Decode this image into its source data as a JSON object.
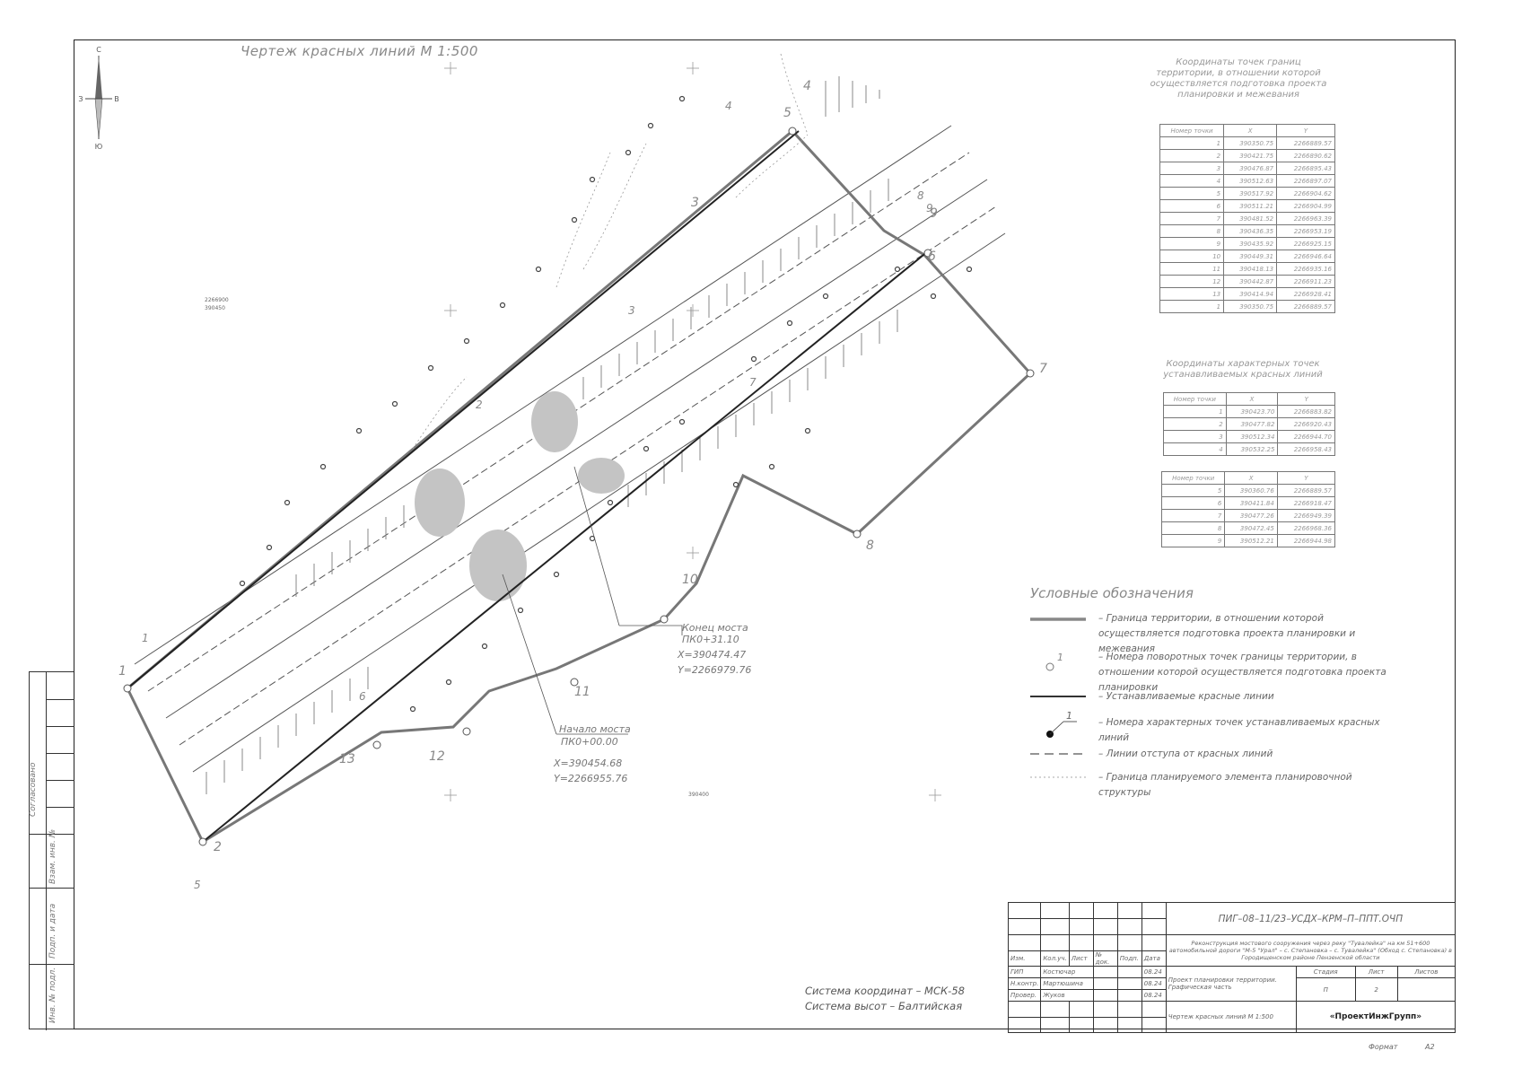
{
  "sheet": {
    "title": "Чертеж красных линий М 1:500",
    "compass": {
      "north": "С",
      "south": "Ю",
      "west": "З",
      "east": "В"
    }
  },
  "table1": {
    "title": "Координаты точек границ территории, в отношении которой осуществляется подготовка проекта планировки и межевания",
    "headers": [
      "Номер точки",
      "X",
      "Y"
    ],
    "rows": [
      [
        "1",
        "390350.75",
        "2266889.57"
      ],
      [
        "2",
        "390421.75",
        "2266890.62"
      ],
      [
        "3",
        "390476.87",
        "2266895.43"
      ],
      [
        "4",
        "390512.63",
        "2266897.07"
      ],
      [
        "5",
        "390517.92",
        "2266904.62"
      ],
      [
        "6",
        "390511.21",
        "2266904.99"
      ],
      [
        "7",
        "390481.52",
        "2266963.39"
      ],
      [
        "8",
        "390436.35",
        "2266953.19"
      ],
      [
        "9",
        "390435.92",
        "2266925.15"
      ],
      [
        "10",
        "390449.31",
        "2266946.64"
      ],
      [
        "11",
        "390418.13",
        "2266935.16"
      ],
      [
        "12",
        "390442.87",
        "2266911.23"
      ],
      [
        "13",
        "390414.94",
        "2266928.41"
      ],
      [
        "1",
        "390350.75",
        "2266889.57"
      ]
    ]
  },
  "table2": {
    "title": "Координаты характерных точек устанавливаемых красных линий",
    "headers": [
      "Номер точки",
      "X",
      "Y"
    ],
    "rows_a": [
      [
        "1",
        "390423.70",
        "2266883.82"
      ],
      [
        "2",
        "390477.82",
        "2266920.43"
      ],
      [
        "3",
        "390512.34",
        "2266944.70"
      ],
      [
        "4",
        "390532.25",
        "2266958.43"
      ]
    ],
    "rows_b": [
      [
        "5",
        "390360.76",
        "2266889.57"
      ],
      [
        "6",
        "390411.84",
        "2266918.47"
      ],
      [
        "7",
        "390477.26",
        "2266949.39"
      ],
      [
        "8",
        "390472.45",
        "2266968.36"
      ],
      [
        "9",
        "390512.21",
        "2266944.98"
      ]
    ]
  },
  "legend": {
    "title": "Условные обозначения",
    "items": [
      "– Граница территории, в отношении которой осуществляется подготовка проекта планировки и межевания",
      "– Номера поворотных точек границы территории, в отношении которой осуществляется подготовка проекта планировки",
      "– Устанавливаемые красные линии",
      "– Номера характерных точек устанавливаемых красных линий",
      "– Линии отступа от красных линий",
      "– Граница планируемого элемента планировочной структуры"
    ],
    "marker_circle_label": "1",
    "marker_dot_label": "1"
  },
  "annotations": {
    "bridge_end_title": "Конец моста",
    "bridge_end_pk": "ПК0+31.10",
    "bridge_end_x": "X=390474.47",
    "bridge_end_y": "Y=2266979.76",
    "bridge_start_title": "Начало моста",
    "bridge_start_pk": "ПК0+00.00",
    "bridge_start_x": "X=390454.68",
    "bridge_start_y": "Y=2266955.76",
    "grid_label_a": "390450",
    "grid_label_b": "390400",
    "grid_label_c": "2266900"
  },
  "boundary_points": [
    "1",
    "2",
    "3",
    "4",
    "5",
    "6",
    "7",
    "8",
    "9",
    "10",
    "11",
    "12",
    "13"
  ],
  "red_line_points": [
    "1",
    "2",
    "3",
    "4",
    "5",
    "6",
    "7",
    "8",
    "9"
  ],
  "system": {
    "line1": "Система координат – МСК-58",
    "line2": "Система высот – Балтийская"
  },
  "side_labels": {
    "agreed": "Согласовано",
    "replaced": "Взам. инв. №",
    "sign_date": "Подп. и дата",
    "inv_orig": "Инв. № подл."
  },
  "stamp": {
    "code": "ПИГ–08–11/23–УСДХ–КРМ–П–ППТ.ОЧП",
    "project": "Реконструкция мостового сооружения через реку \"Тувалейка\" на км 51+600 автомобильной дороги \"М-5 \"Урал\" – с. Степановка – с. Тувалейка\" (Обход с. Степановка) в Городищенском районе Пензенской области",
    "doc_title": "Проект планировки территории. Графическая часть",
    "drawing_name": "Чертеж красных линий М 1:500",
    "headers": [
      "Изм.",
      "Кол.уч.",
      "Лист",
      "№ док.",
      "Подп.",
      "Дата"
    ],
    "people": [
      [
        "ГИП",
        "Костючар",
        "08.24"
      ],
      [
        "Н.контр.",
        "Мартюшина",
        "08.24"
      ],
      [
        "Провер.",
        "Жуков",
        "08.24"
      ]
    ],
    "stage_label": "Стадия",
    "sheet_label": "Лист",
    "sheets_label": "Листов",
    "stage": "П",
    "sheet": "2",
    "company": "«ПроектИнжГрупп»",
    "format_label": "Формат",
    "format": "А2"
  },
  "colors": {
    "line": "#333333",
    "boundary": "#777777",
    "hatch": "#8a8a8a",
    "fill": "#bdbdbd"
  }
}
